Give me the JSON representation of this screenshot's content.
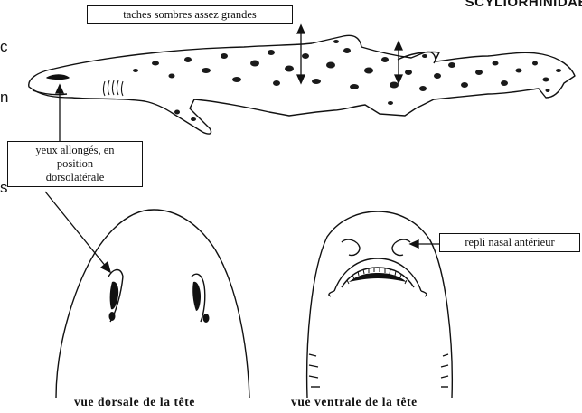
{
  "header": {
    "family_title": "SCYLIORHINIDAE"
  },
  "edge_characters": [
    "c",
    "n",
    "s"
  ],
  "labels": {
    "spots": "taches sombres assez grandes",
    "eyes_line1": "yeux allongés, en",
    "eyes_line2": "position",
    "eyes_line3": "dorsolatérale",
    "nasal": "repli nasal antérieur"
  },
  "captions": {
    "dorsal": "vue dorsale de la tête",
    "ventral": "vue ventrale de la tête"
  }
}
